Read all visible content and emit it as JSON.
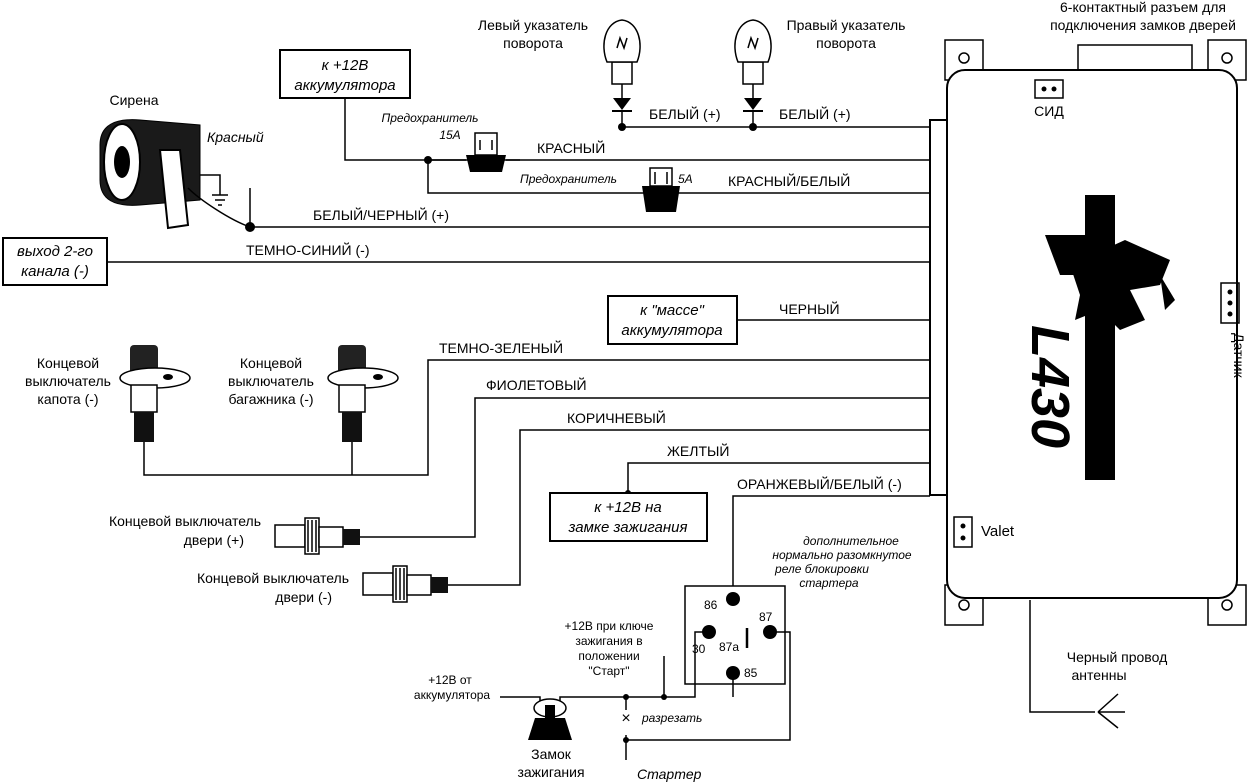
{
  "top_connector": {
    "line1": "6-контактный разъем для",
    "line2": "подключения замков дверей"
  },
  "left_turn": {
    "line1": "Левый указатель",
    "line2": "поворота"
  },
  "right_turn": {
    "line1": "Правый указатель",
    "line2": "поворота"
  },
  "siren": {
    "label": "Сирена",
    "wire": "Красный"
  },
  "battery_box": {
    "line1": "к +12В",
    "line2": "аккумулятора"
  },
  "fuse15": {
    "line1": "Предохранитель",
    "line2": "15А"
  },
  "fuse5": {
    "label": "Предохранитель",
    "value": "5А"
  },
  "channel2_box": {
    "line1": "выход 2-го",
    "line2": "канала (-)"
  },
  "ground_box": {
    "line1": "к  \"массе\"",
    "line2": "аккумулятора"
  },
  "ignition_box": {
    "line1": "к +12В на",
    "line2": "замке зажигания"
  },
  "wires": {
    "white_left": "БЕЛЫЙ (+)",
    "white_right": "БЕЛЫЙ (+)",
    "red": "КРАСНЫЙ",
    "red_white": "КРАСНЫЙ/БЕЛЫЙ",
    "white_black": "БЕЛЫЙ/ЧЕРНЫЙ (+)",
    "dark_blue": "ТЕМНО-СИНИЙ (-)",
    "black": "ЧЕРНЫЙ",
    "dark_green": "ТЕМНО-ЗЕЛЕНЫЙ",
    "violet": "ФИОЛЕТОВЫЙ",
    "brown": "КОРИЧНЕВЫЙ",
    "yellow": "ЖЕЛТЫЙ",
    "orange_white": "ОРАНЖЕВЫЙ/БЕЛЫЙ (-)"
  },
  "hood_switch": {
    "line1": "Концевой",
    "line2": "выключатель",
    "line3": "капота (-)"
  },
  "trunk_switch": {
    "line1": "Концевой",
    "line2": "выключатель",
    "line3": "багажника (-)"
  },
  "door_plus": {
    "line1": "Концевой выключатель",
    "line2": "двери (+)"
  },
  "door_minus": {
    "line1": "Концевой выключатель",
    "line2": "двери (-)"
  },
  "relay_note": {
    "line1": "дополнительное",
    "line2": "нормально разомкнутое",
    "line3": "реле блокировки",
    "line4": "стартера"
  },
  "relay_pins": {
    "p86": "86",
    "p87": "87",
    "p87a": "87а",
    "p30": "30",
    "p85": "85"
  },
  "start_note": {
    "line1": "+12В при ключе",
    "line2": "зажигания в",
    "line3": "положении",
    "line4": "\"Старт\""
  },
  "battery_ign": {
    "line1": "+12В от",
    "line2": "аккумулятора"
  },
  "cut": {
    "mark": "×",
    "label": "разрезать"
  },
  "ignition_lock": {
    "line1": "Замок",
    "line2": "зажигания"
  },
  "starter": "Стартер",
  "unit": {
    "led": "СИД",
    "sensor": "Датчик",
    "valet": "Valet",
    "model": "L430"
  },
  "antenna": {
    "line1": "Черный провод",
    "line2": "антенны"
  }
}
